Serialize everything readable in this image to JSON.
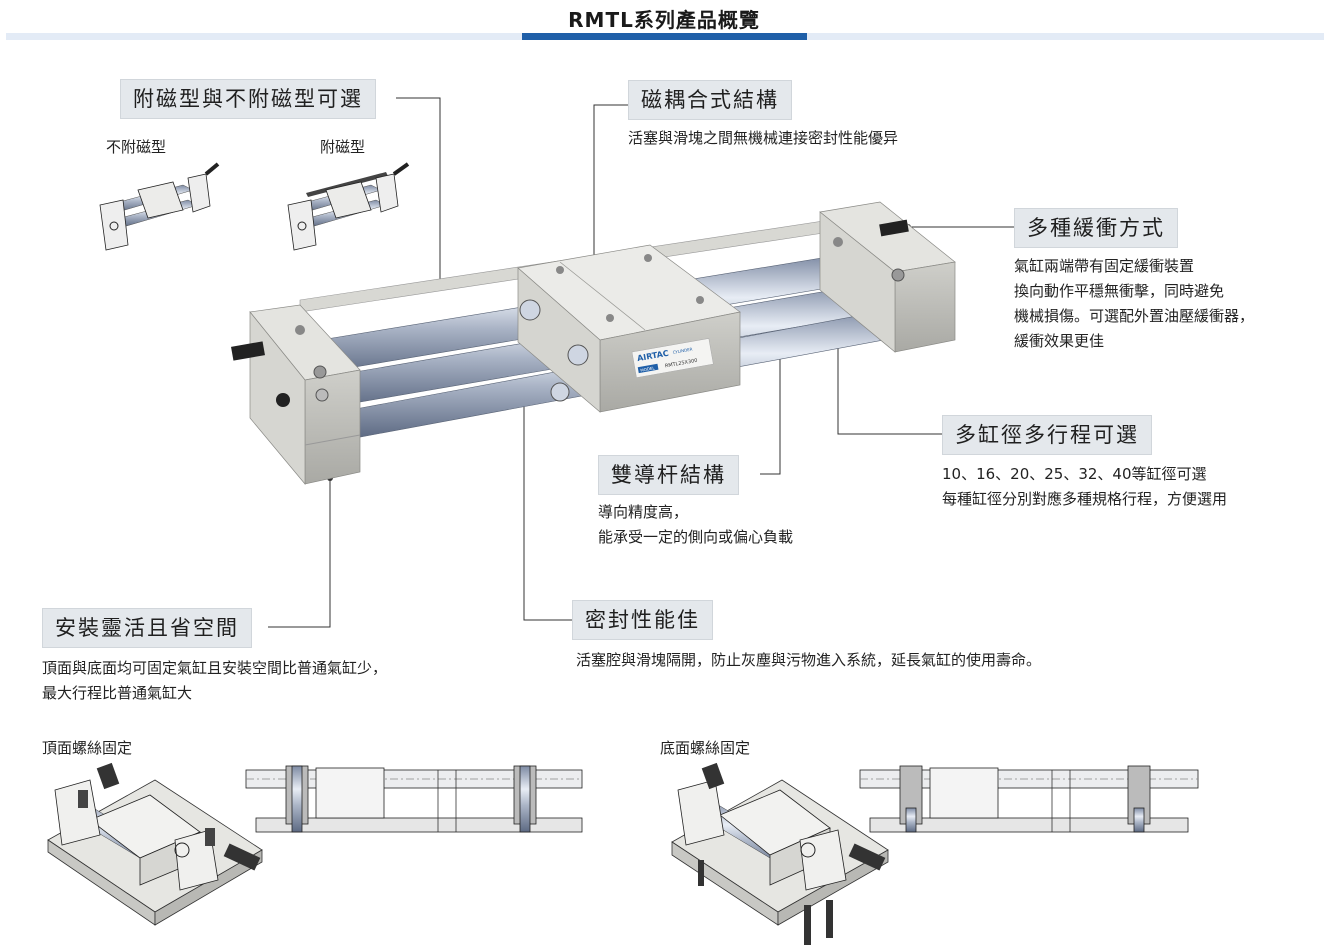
{
  "title": "RMTL系列產品概覽",
  "features": {
    "magnet_option": {
      "label": "附磁型與不附磁型可選",
      "variant_no_magnet": "不附磁型",
      "variant_magnet": "附磁型"
    },
    "magnetic_coupling": {
      "label": "磁耦合式結構",
      "desc": [
        "活塞與滑塊之間無機械連接密封性能優异"
      ]
    },
    "cushion": {
      "label": "多種緩衝方式",
      "desc": [
        "氣缸兩端帶有固定緩衝裝置",
        "換向動作平穩無衝擊，同時避免",
        "機械損傷。可選配外置油壓緩衝器，",
        "緩衝效果更佳"
      ]
    },
    "bore_stroke": {
      "label": "多缸徑多行程可選",
      "desc": [
        "10、16、20、25、32、40等缸徑可選",
        "每種缸徑分別對應多種規格行程，方便選用"
      ]
    },
    "guide_rod": {
      "label": "雙導杆結構",
      "desc": [
        "導向精度高，",
        "能承受一定的側向或偏心負載"
      ]
    },
    "sealing": {
      "label": "密封性能佳",
      "desc": [
        "活塞腔與滑塊隔開，防止灰塵與污物進入系統，延長氣缸的使用壽命。"
      ]
    },
    "mounting": {
      "label": "安裝靈活且省空間",
      "desc": [
        "頂面與底面均可固定氣缸且安裝空間比普通氣缸少，",
        "最大行程比普通氣缸大"
      ]
    }
  },
  "mounting_examples": {
    "top": "頂面螺絲固定",
    "bottom": "底面螺絲固定"
  },
  "product": {
    "brand": "AIRTAC",
    "sub": "CYLINDER",
    "model_tag": "MODEL",
    "model": "RMTL25X300"
  },
  "colors": {
    "accent": "#1f5fa8",
    "label_bg": "#e4e8ec",
    "title_bar": "#e3ebf6"
  }
}
